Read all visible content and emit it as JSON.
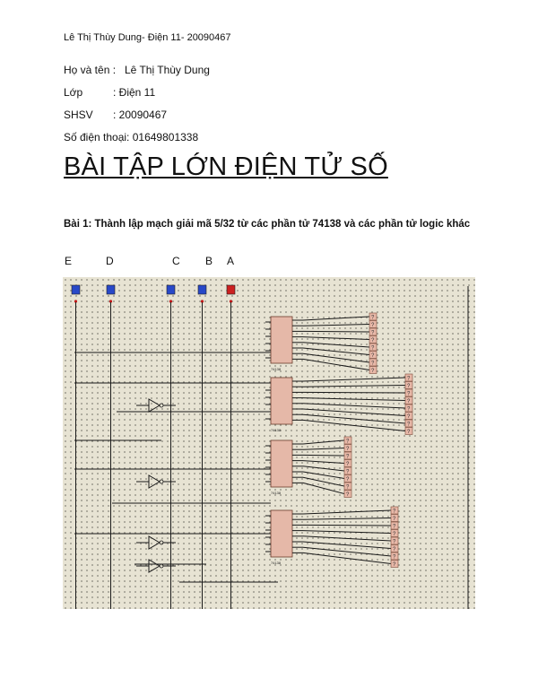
{
  "header": "Lê Thị Thùy Dung- Điện 11- 20090467",
  "student": {
    "name_label": "Họ và tên  :",
    "name_value": "Lê Thị Thùy Dung",
    "class_label": "Lớp",
    "class_value": ": Điện 11",
    "id_label": "SHSV",
    "id_value": ": 20090467",
    "phone_label": "Số điện thoại:",
    "phone_value": "01649801338"
  },
  "title": "BÀI TẬP LỚN ĐIỆN TỬ SỐ",
  "exercise1": "Bài 1: Thành lập mạch giải mã 5/32 từ các phần tử 74138 và các phần tử logic khác",
  "input_pins": [
    "E",
    "D",
    "C",
    "B",
    "A"
  ],
  "circuit": {
    "chip_label": "74138",
    "probe_label": "?",
    "chip_count": 4,
    "probes_per_chip": 8
  }
}
